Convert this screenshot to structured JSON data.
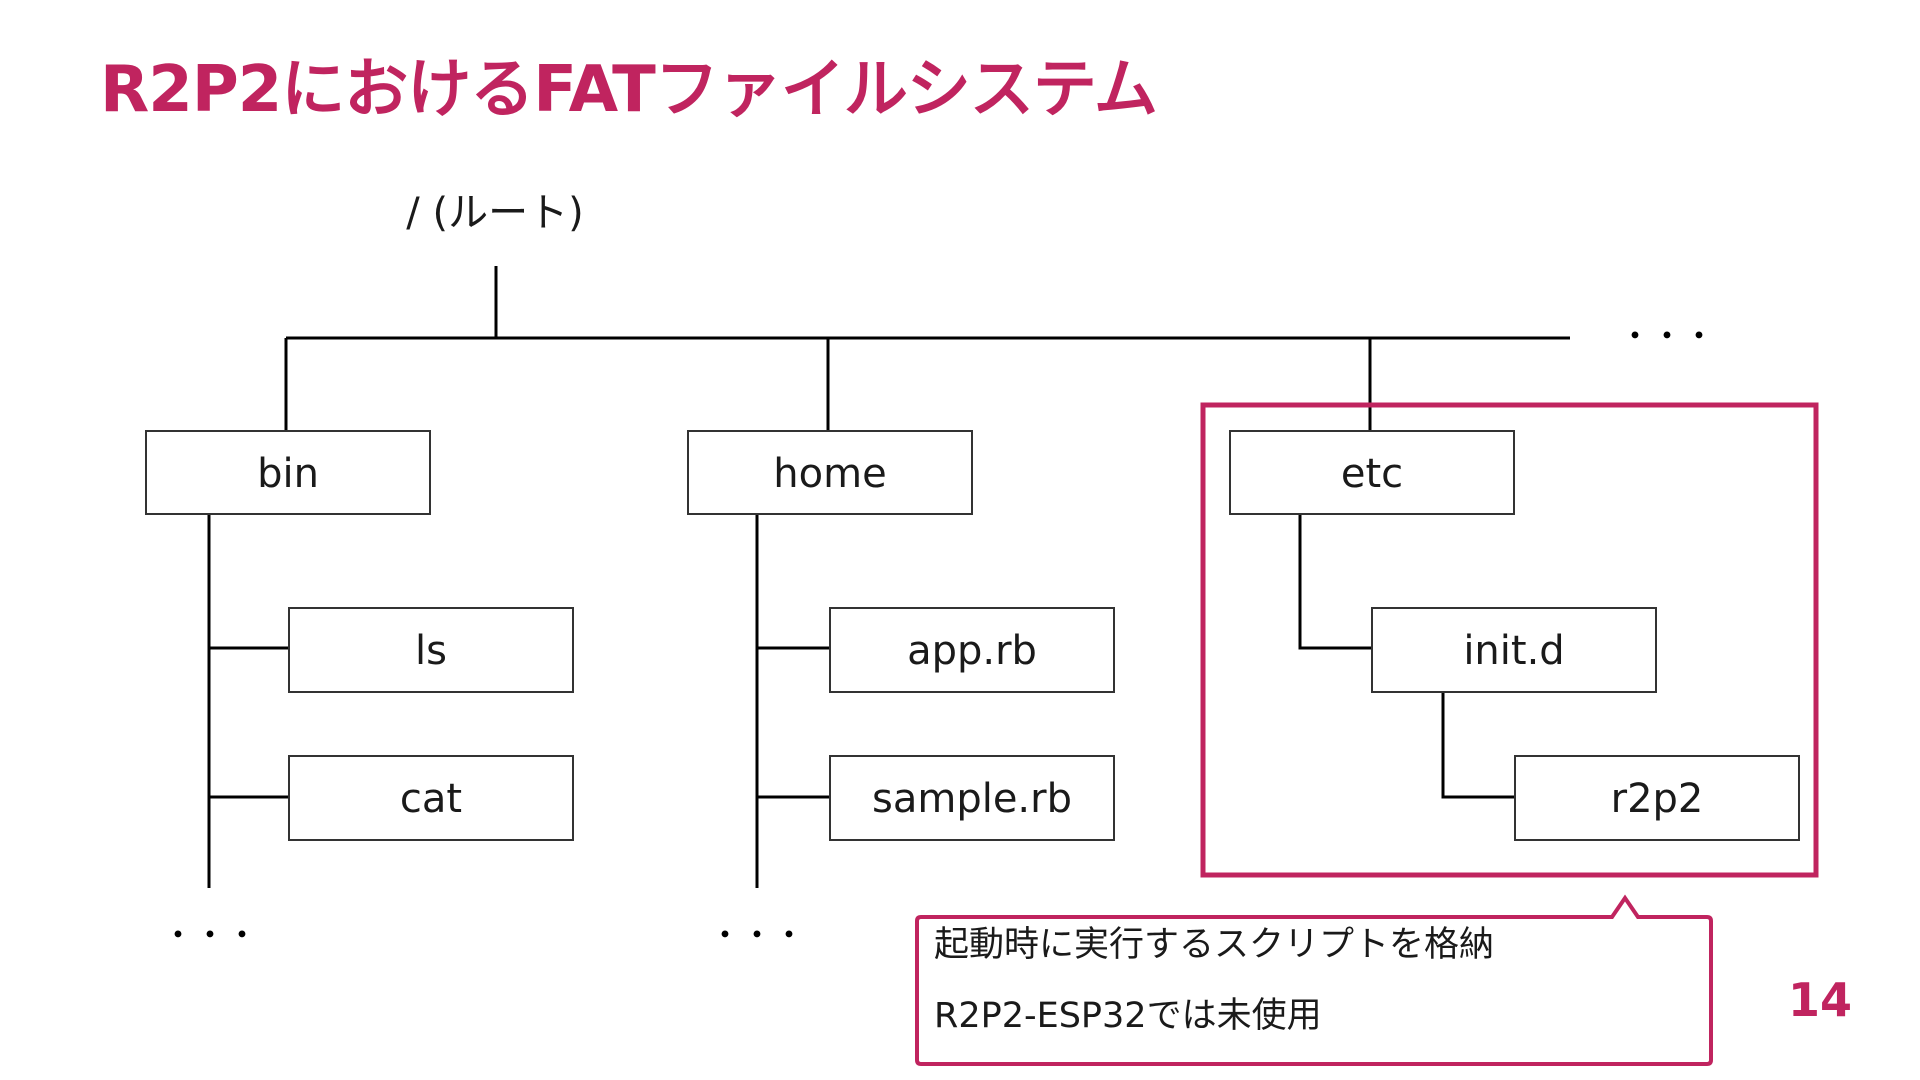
{
  "slide": {
    "title": "R2P2におけるFATファイルシステム",
    "page_number": "14"
  },
  "colors": {
    "accent": "#C0245F",
    "line": "#000000",
    "node_border": "#333333",
    "text": "#1a1a1a"
  },
  "tree": {
    "root_label": "/ (ルート)",
    "more_symbol": "・・・",
    "nodes": {
      "bin": "bin",
      "ls": "ls",
      "cat": "cat",
      "home": "home",
      "app_rb": "app.rb",
      "sample_rb": "sample.rb",
      "etc": "etc",
      "init_d": "init.d",
      "r2p2": "r2p2"
    }
  },
  "callout": {
    "line1": "起動時に実行するスクリプトを格納",
    "line2": "R2P2-ESP32では未使用"
  }
}
